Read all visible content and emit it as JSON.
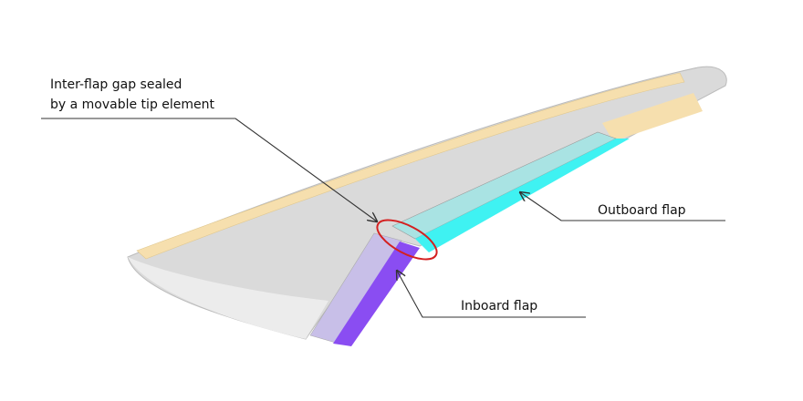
{
  "labels": {
    "gap_line1": "Inter-flap gap sealed",
    "gap_line2": "by a movable tip element",
    "outboard": "Outboard flap",
    "inboard": "Inboard flap"
  },
  "colors": {
    "wing": "#d9d9d9",
    "slat": "#f6dfae",
    "outboard_flap": "#3ff2f2",
    "outboard_flap_top": "#a9e3e3",
    "inboard_flap": "#8a4df2",
    "inboard_flap_top": "#c8bfe8",
    "highlight": "#d42020"
  }
}
